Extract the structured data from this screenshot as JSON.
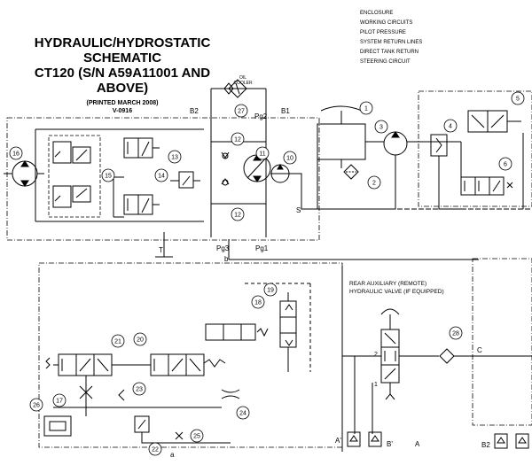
{
  "title": {
    "line1": "HYDRAULIC/HYDROSTATIC",
    "line2": "SCHEMATIC",
    "line3": "CT120 (S/N A59A11001 AND ABOVE)",
    "printed": "(PRINTED MARCH 2008)",
    "version": "V-0916"
  },
  "legend": [
    {
      "label": "ENCLOSURE",
      "style": "dash-dot"
    },
    {
      "label": "WORKING CIRCUITS",
      "style": "solid"
    },
    {
      "label": "PILOT PRESSURE",
      "style": "dashed"
    },
    {
      "label": "SYSTEM RETURN LINES",
      "style": "fine-dash"
    },
    {
      "label": "DIRECT TANK RETURN",
      "style": "solid-thin"
    },
    {
      "label": "STEERING CIRCUIT",
      "style": "long-dash"
    }
  ],
  "labels": {
    "oil_cooler_1": "OIL",
    "oil_cooler_2": "COOLER",
    "b2": "B2",
    "b1": "B1",
    "pg2": "Pg2",
    "pg3": "Pg3",
    "pg1": "Pg1",
    "s": "S",
    "t": "T",
    "b_lower": "b",
    "a_lower": "a",
    "c": "C",
    "port2": "2",
    "port1": "1",
    "a_prime": "A'",
    "b_prime": "B'",
    "a_port": "A",
    "b2_bottom": "B2",
    "rear_aux_1": "REAR AUXILIARY (REMOTE)",
    "rear_aux_2": "HYDRAULIC VALVE (IF EQUIPPED)"
  },
  "callouts": [
    {
      "id": "c1",
      "num": "1"
    },
    {
      "id": "c2",
      "num": "2"
    },
    {
      "id": "c3",
      "num": "3"
    },
    {
      "id": "c4",
      "num": "4"
    },
    {
      "id": "c5",
      "num": "5"
    },
    {
      "id": "c6",
      "num": "6"
    },
    {
      "id": "c10",
      "num": "10"
    },
    {
      "id": "c11",
      "num": "11"
    },
    {
      "id": "c12a",
      "num": "12"
    },
    {
      "id": "c12b",
      "num": "12"
    },
    {
      "id": "c13",
      "num": "13"
    },
    {
      "id": "c14",
      "num": "14"
    },
    {
      "id": "c15",
      "num": "15"
    },
    {
      "id": "c16",
      "num": "16"
    },
    {
      "id": "c17",
      "num": "17"
    },
    {
      "id": "c18",
      "num": "18"
    },
    {
      "id": "c19",
      "num": "19"
    },
    {
      "id": "c20",
      "num": "20"
    },
    {
      "id": "c21",
      "num": "21"
    },
    {
      "id": "c22",
      "num": "22"
    },
    {
      "id": "c23",
      "num": "23"
    },
    {
      "id": "c24",
      "num": "24"
    },
    {
      "id": "c25",
      "num": "25"
    },
    {
      "id": "c26",
      "num": "26"
    },
    {
      "id": "c27",
      "num": "27"
    },
    {
      "id": "c28",
      "num": "28"
    }
  ]
}
